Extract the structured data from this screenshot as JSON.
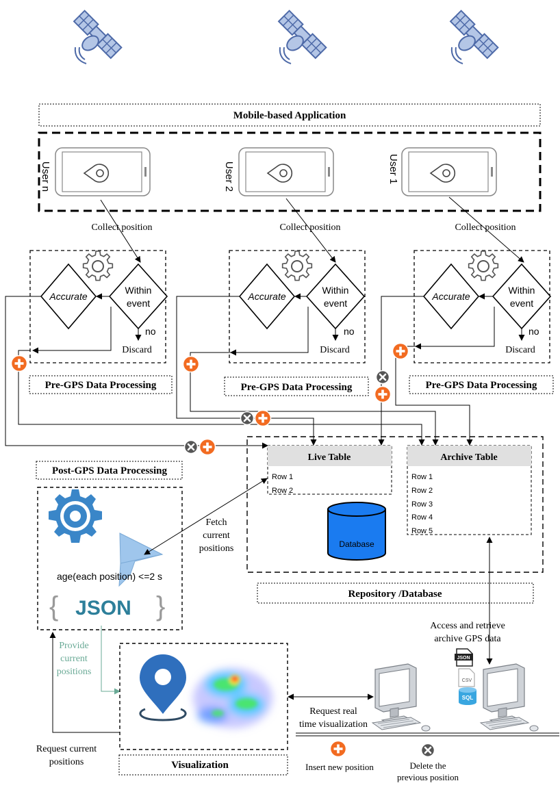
{
  "mobile_app": {
    "title": "Mobile-based Application",
    "users": [
      "User n",
      "User 2",
      "User 1"
    ],
    "collect_label": "Collect position"
  },
  "pre_processing": {
    "title": "Pre-GPS Data  Processing",
    "within_line1": "Within",
    "within_line2": "event",
    "accurate": "Accurate",
    "no": "no",
    "discard": "Discard"
  },
  "repository": {
    "title": "Repository /Database",
    "live_table": {
      "title": "Live Table",
      "rows": [
        "Row 1",
        "Row 2"
      ]
    },
    "archive_table": {
      "title": "Archive Table",
      "rows": [
        "Row 1",
        "Row 2",
        "Row 3",
        "Row 4",
        "Row 5"
      ]
    },
    "database_label": "Database"
  },
  "post_processing": {
    "title": "Post-GPS Data Processing",
    "filter_text": "age(each position) <=2 s",
    "json_text": "JSON"
  },
  "fetch_label": [
    "Fetch",
    "current",
    "positions"
  ],
  "provide_label": [
    "Provide",
    "current",
    "positions"
  ],
  "request_current_label": [
    "Request current",
    "positions"
  ],
  "request_realtime_label": [
    "Request real",
    "time visualization"
  ],
  "access_label": [
    "Access and retrieve",
    "archive GPS data"
  ],
  "visualization": {
    "title": "Visualization"
  },
  "file_icons": {
    "json": "JSON",
    "csv": "CSV",
    "sql": "SQL"
  },
  "legend": {
    "insert": "Insert new position",
    "delete_line1": "Delete the",
    "delete_line2": "previous position"
  },
  "colors": {
    "plus_orange": "#f26b21",
    "delete_gray": "#555555",
    "satellite": "#4e6aa8",
    "satellite_fill": "#b4c6e6",
    "database_blue": "#1a7bf0",
    "gear_blue": "#3a86c8",
    "funnel_blue": "#9fc6ec",
    "json_teal": "#2d7f9a",
    "pin_blue": "#2f6fbd",
    "provide_green": "#6aaa96",
    "table_header": "#e0e0e0"
  }
}
